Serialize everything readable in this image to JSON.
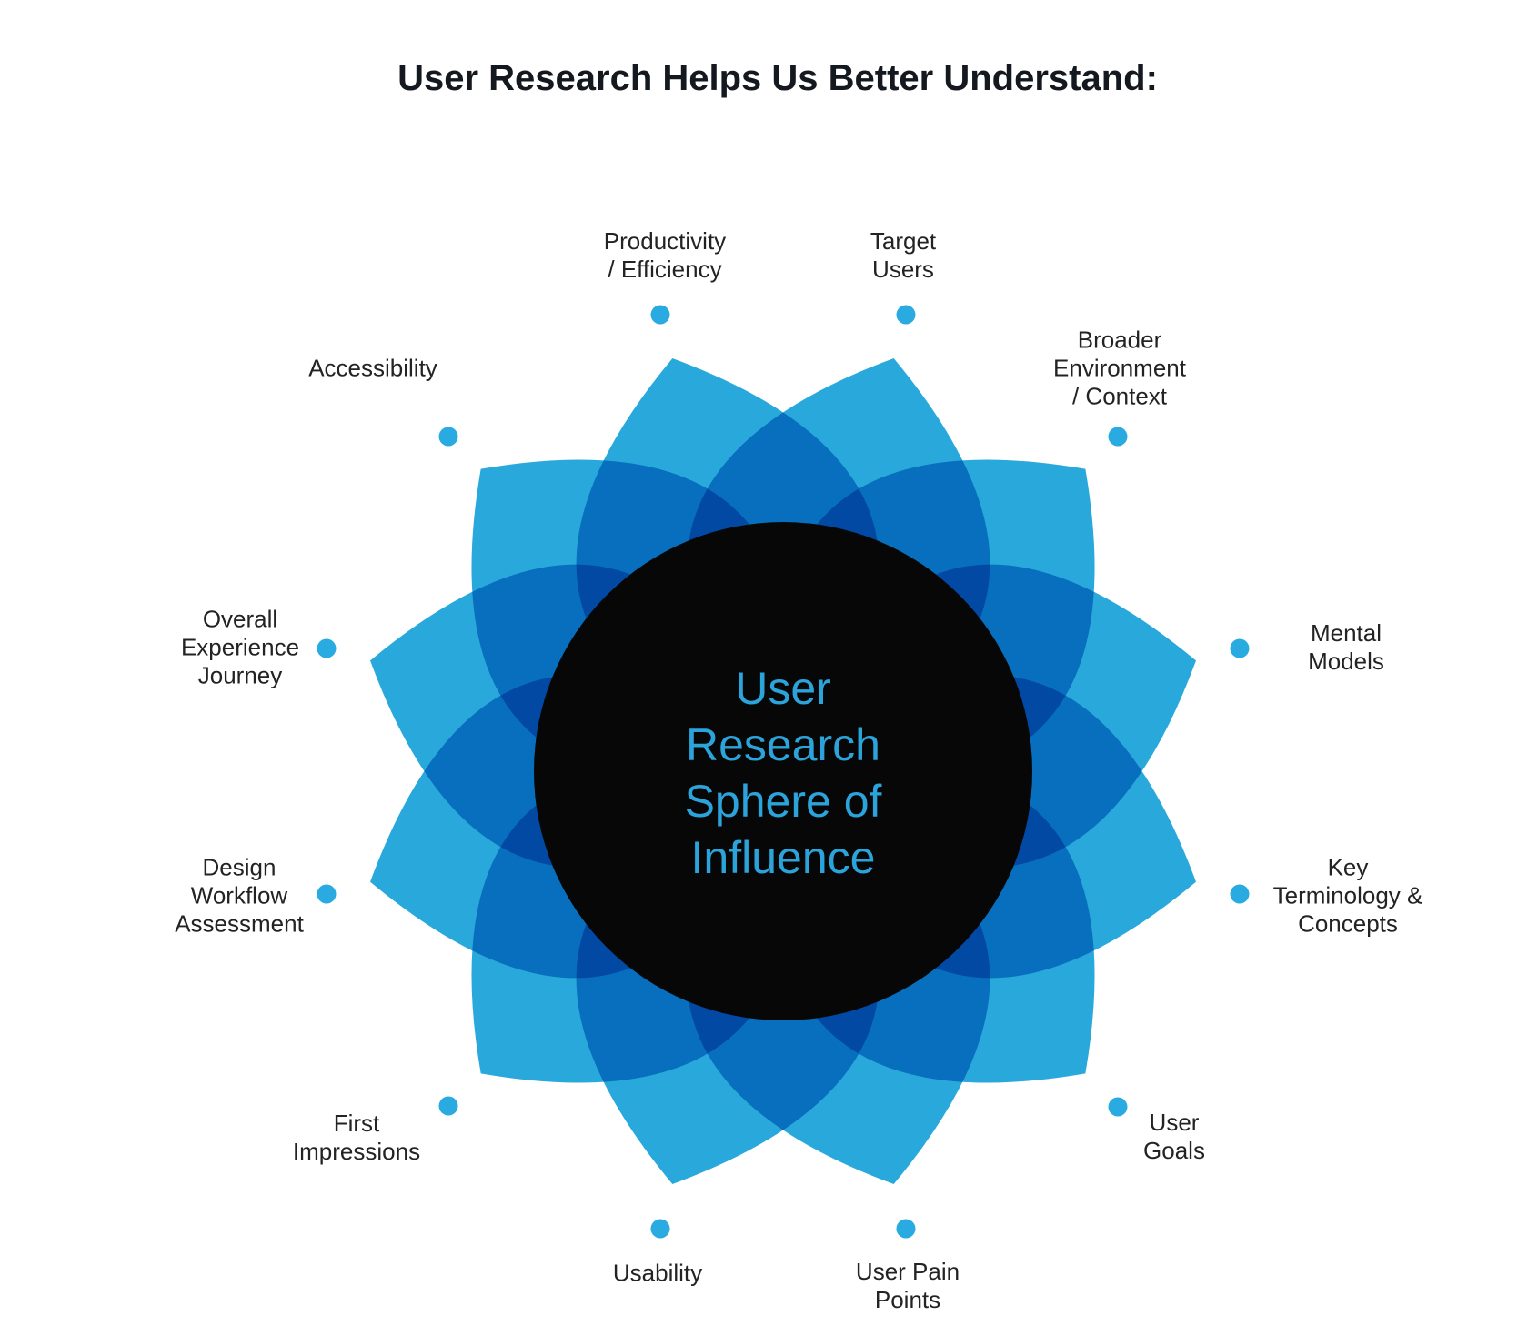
{
  "title": "User Research Helps Us Better Understand:",
  "center": {
    "text": "User\nResearch\nSphere of\nInfluence"
  },
  "nodes": [
    {
      "id": "productivity-efficiency",
      "label": "Productivity\n/ Efficiency"
    },
    {
      "id": "target-users",
      "label": "Target\nUsers"
    },
    {
      "id": "broader-environment-context",
      "label": "Broader\nEnvironment\n/ Context"
    },
    {
      "id": "accessibility",
      "label": "Accessibility"
    },
    {
      "id": "mental-models",
      "label": "Mental\nModels"
    },
    {
      "id": "overall-experience-journey",
      "label": "Overall\nExperience\nJourney"
    },
    {
      "id": "key-terminology-concepts",
      "label": "Key\nTerminology &\nConcepts"
    },
    {
      "id": "design-workflow-assessment",
      "label": "Design\nWorkflow\nAssessment"
    },
    {
      "id": "user-goals",
      "label": "User\nGoals"
    },
    {
      "id": "first-impressions",
      "label": "First\nImpressions"
    },
    {
      "id": "usability",
      "label": "Usability"
    },
    {
      "id": "user-pain-points",
      "label": "User Pain\nPoints"
    }
  ],
  "colors": {
    "petal_blue": "#29A8DC",
    "dot_blue": "#29ABE2",
    "center_circle": "#070707",
    "center_text_blue": "#2BA4DB",
    "title_text": "#14191F",
    "label_text": "#232323",
    "background": "#FFFFFF"
  }
}
